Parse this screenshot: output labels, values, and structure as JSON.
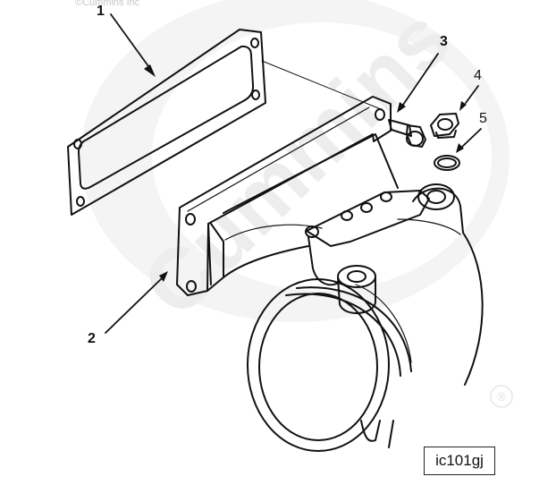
{
  "watermark": {
    "copyright": "©Cummins Inc",
    "brand": "Cummins",
    "registered": "®"
  },
  "callouts": {
    "part1": "1",
    "part2": "2",
    "part3": "3",
    "part4": "4",
    "part5": "5"
  },
  "figure_reference": "ic101gj"
}
